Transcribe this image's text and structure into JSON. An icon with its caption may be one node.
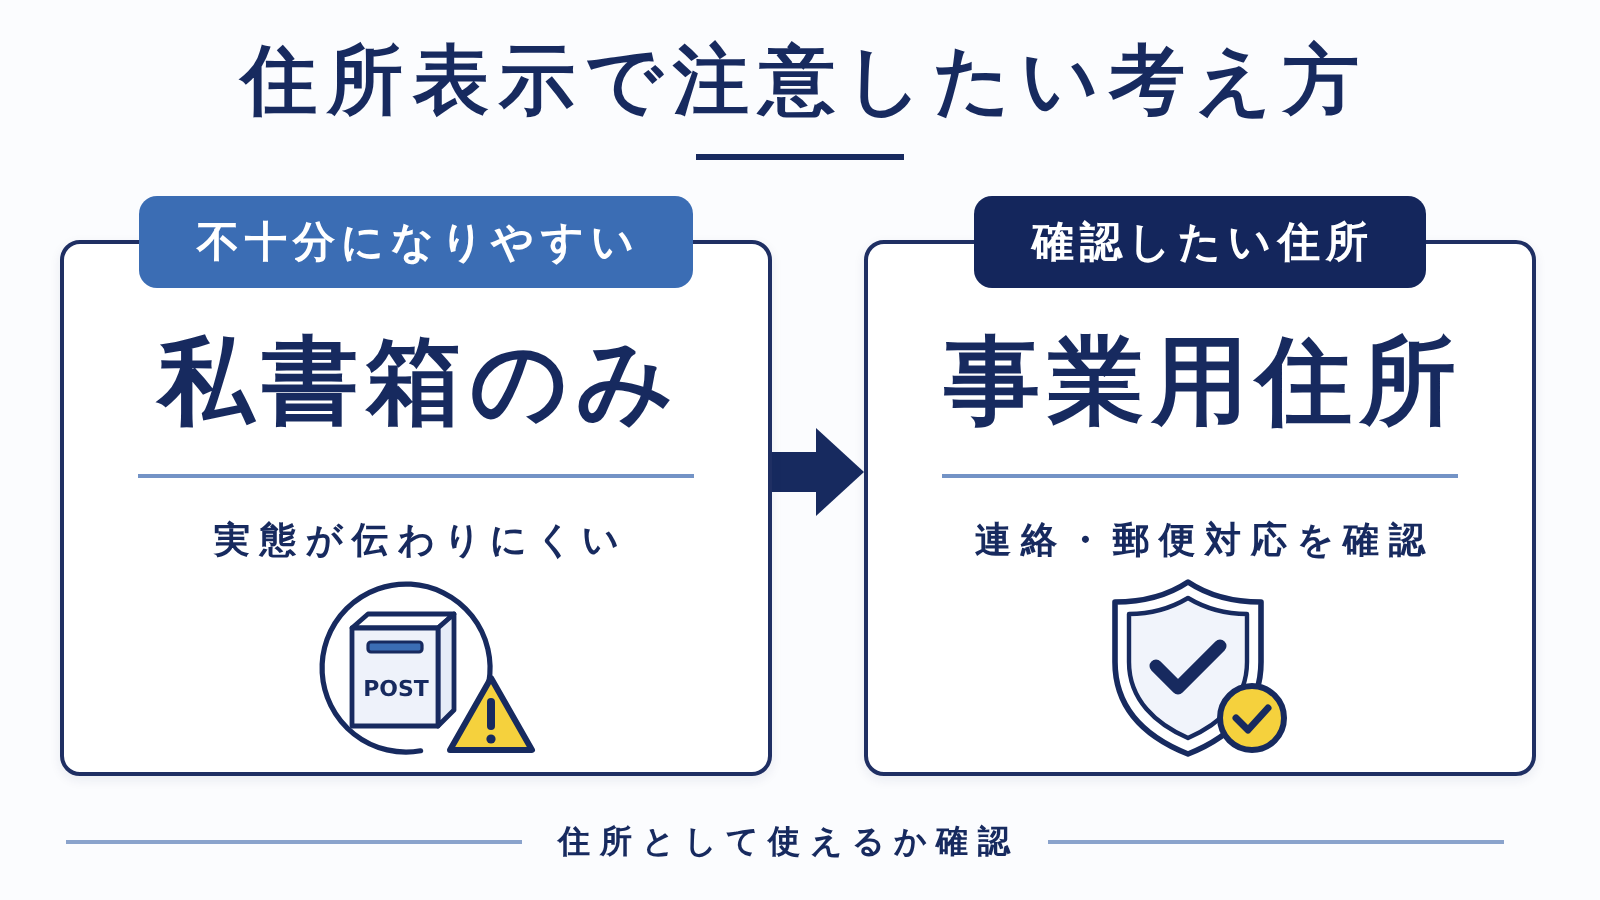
{
  "diagram": {
    "title": "住所表示で注意したい考え方",
    "nodes": [
      {
        "text": [
          "不十分になりやすい",
          "私書箱のみ",
          "実態が伝わりにくい"
        ]
      },
      {
        "text": [
          "確認したい住所",
          "事業用住所",
          "連絡・郵便対応を確認"
        ]
      }
    ],
    "edges": [
      {
        "from": 0,
        "to": 1,
        "arrow": "to"
      }
    ],
    "labels": [
      "POST",
      "住所として使えるか確認"
    ]
  }
}
